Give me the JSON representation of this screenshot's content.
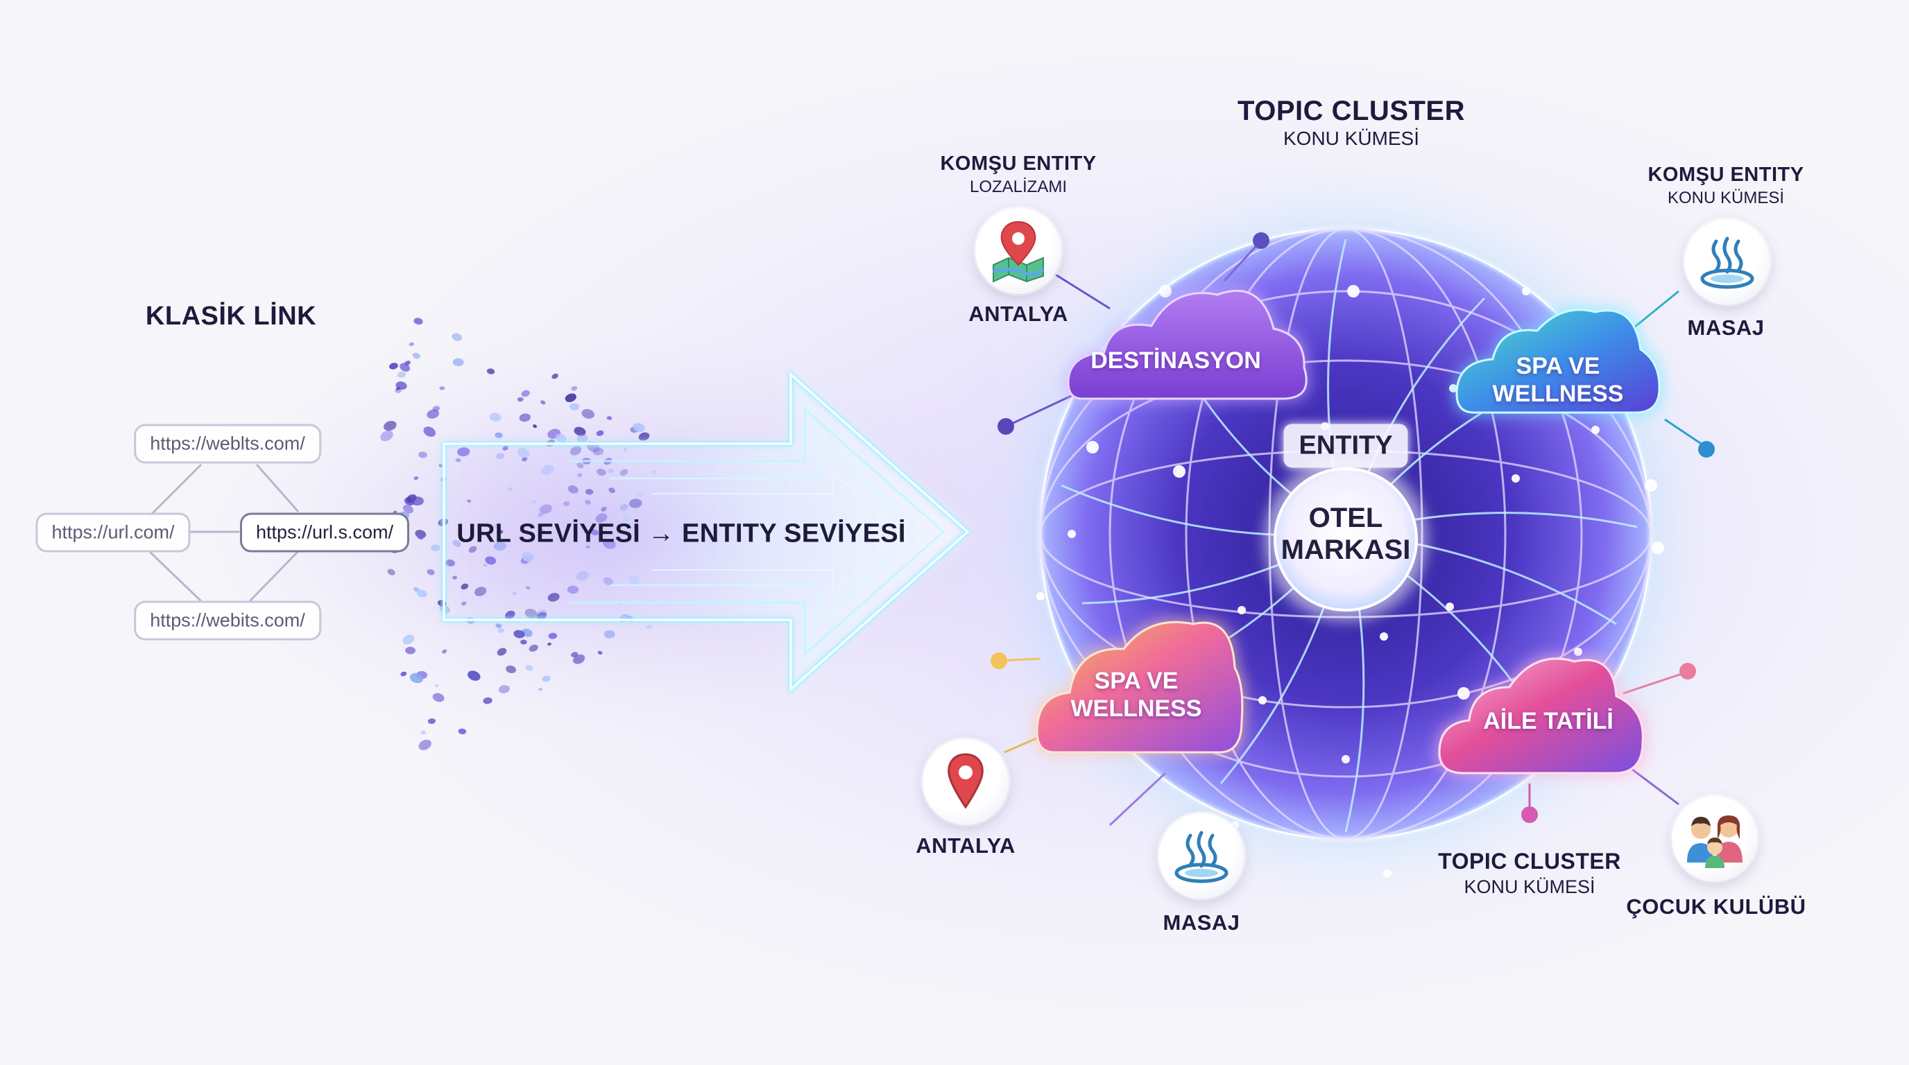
{
  "left_panel": {
    "title": "KLASİK LİNK",
    "urls": [
      "https://weblts.com/",
      "https://url.com/",
      "https://url.s.com/",
      "https://webits.com/"
    ]
  },
  "arrow": {
    "label": "URL SEVİYESİ → ENTITY SEVİYESİ"
  },
  "top_label": {
    "title": "TOPIC CLUSTER",
    "subtitle": "KONU KÜMESİ"
  },
  "core": {
    "tag": "ENTITY",
    "line1": "OTEL",
    "line2": "MARKASI"
  },
  "clouds": {
    "destinasyon": {
      "label": "DESTİNASYON"
    },
    "spa_top": {
      "line1": "SPA VE",
      "line2": "WELLNESS"
    },
    "spa_bottom": {
      "line1": "SPA VE",
      "line2": "WELLNESS"
    },
    "aile": {
      "label": "AİLE TATİLİ"
    }
  },
  "nodes": {
    "antalya_top": {
      "title": "KOMŞU ENTITY",
      "subtitle": "LOZALİZAMI",
      "label": "ANTALYA",
      "icon": "map-pin-icon"
    },
    "masaj_top": {
      "title": "KOMŞU ENTITY",
      "subtitle": "KONU KÜMESİ",
      "label": "MASAJ",
      "icon": "hot-spring-icon"
    },
    "antalya_bottom": {
      "label": "ANTALYA",
      "icon": "location-pin-icon"
    },
    "masaj_bottom": {
      "label": "MASAJ",
      "icon": "hot-spring-icon"
    },
    "cocuk": {
      "label": "ÇOCUK KULÜBÜ",
      "icon": "family-icon"
    }
  },
  "bottom_cluster": {
    "title": "TOPIC CLUSTER",
    "subtitle": "KONU KÜMESİ"
  },
  "colors": {
    "ink": "#1d1b3d",
    "sphere_inner": "#3f2aa8",
    "sphere_outer": "#a58cf0",
    "glow_cyan": "#7ff0ff",
    "pin_red": "#e0474c"
  }
}
